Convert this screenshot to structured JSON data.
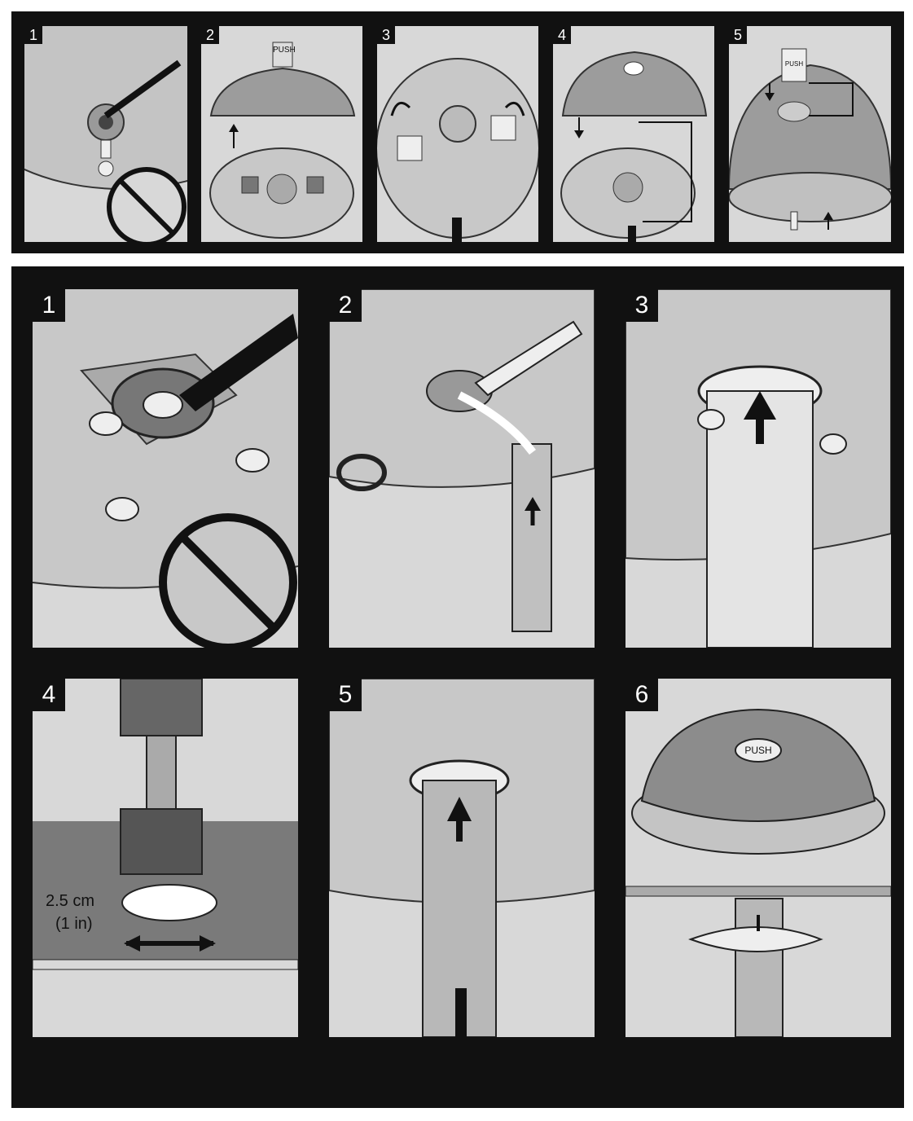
{
  "top_row": {
    "steps": [
      {
        "number": "1"
      },
      {
        "number": "2",
        "push_label": "PUSH"
      },
      {
        "number": "3"
      },
      {
        "number": "4"
      },
      {
        "number": "5",
        "push_label": "PUSH"
      }
    ]
  },
  "grid": {
    "steps": [
      {
        "number": "1"
      },
      {
        "number": "2"
      },
      {
        "number": "3"
      },
      {
        "number": "4",
        "size_metric": "2.5 cm",
        "size_imperial": "(1 in)"
      },
      {
        "number": "5"
      },
      {
        "number": "6",
        "push_label": "PUSH"
      }
    ]
  },
  "colors": {
    "background": "#111111",
    "panel": "#d8d8d8",
    "metal": "#a8a8a8",
    "dark": "#222222"
  }
}
